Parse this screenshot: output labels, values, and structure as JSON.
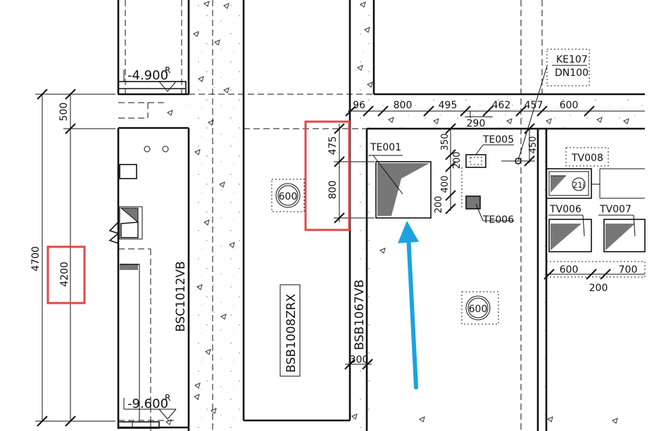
{
  "labels": {
    "elev_top": "-4.900",
    "elev_top_suffix": "R",
    "elev_bottom": "-9.600",
    "elev_bottom_suffix": "R",
    "wall_left": "BSC1012VB",
    "wall_mid": "BSB1008ZRX",
    "wall_right": "BSB1067VB",
    "opening_mid": "600",
    "opening_right": "600",
    "te001": "TE001",
    "te005": "TE005",
    "te006": "TE006",
    "tv006": "TV006",
    "tv007": "TV007",
    "tv008": "TV008",
    "tv008_mark": "21j",
    "ke_tag": "KE107",
    "ke_size": "DN100"
  },
  "dimensions": {
    "left_total": "4700",
    "left_500": "500",
    "left_4200": "4200",
    "top_96": "96",
    "top_800": "800",
    "top_495": "495",
    "top_290": "290",
    "top_462": "462",
    "top_457": "457",
    "top_600": "600",
    "v_475": "475",
    "v_800": "800",
    "v_350": "350",
    "v_200a": "200",
    "v_400": "400",
    "v_200b": "200",
    "v_450": "450",
    "r_600": "600",
    "r_700": "700",
    "r_200": "200",
    "b_300": "300"
  },
  "colors": {
    "highlight": "#e04848",
    "arrow": "#1aa3e0",
    "line": "#111111",
    "fill": "#777777"
  }
}
